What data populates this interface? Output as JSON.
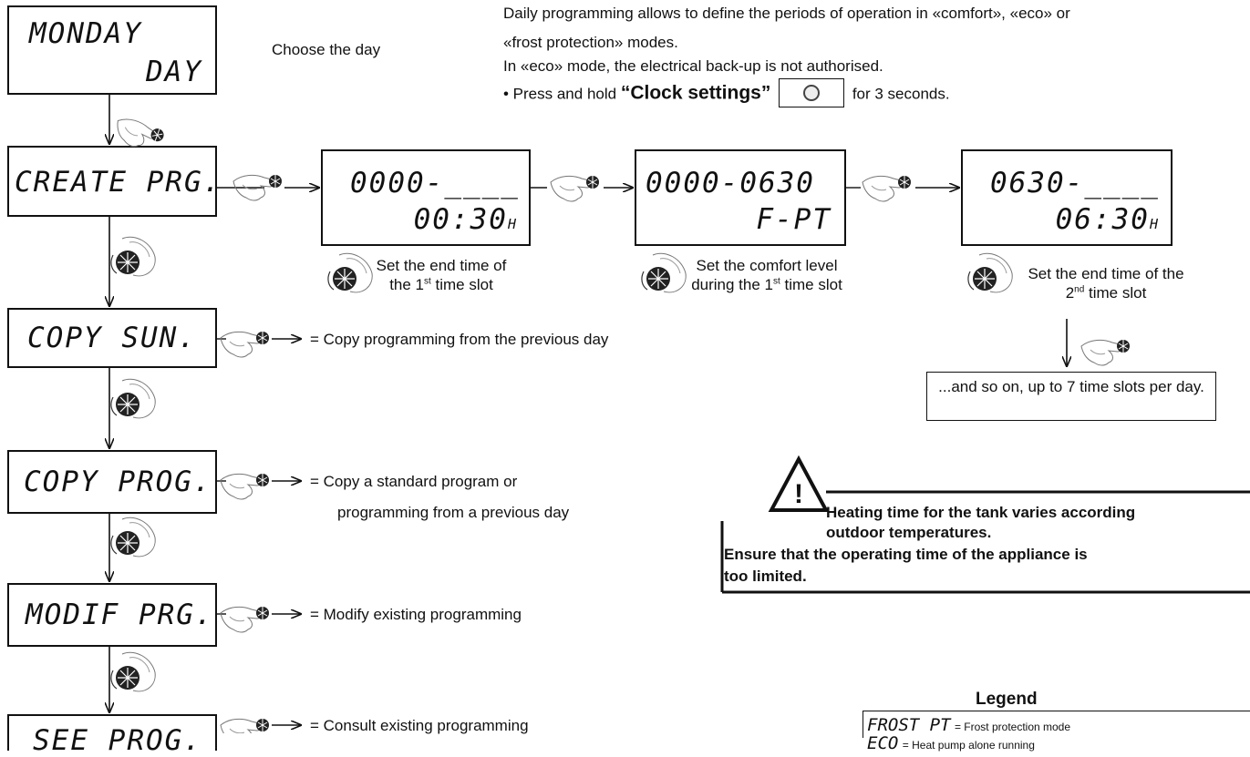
{
  "displays": {
    "monday": {
      "line1": "MONDAY",
      "line2": "DAY"
    },
    "create": {
      "line1": "CREATE PRG."
    },
    "copy_sun": {
      "line1": "COPY SUN."
    },
    "copy_prog": {
      "line1": "COPY PROG."
    },
    "modif": {
      "line1": "MODIF PRG."
    },
    "see": {
      "line1": "SEE PROG."
    },
    "slot1": {
      "line1": "0000-____",
      "line2": "00:30",
      "unit": "H"
    },
    "slot1b": {
      "line1": "0000-0630",
      "line2": "F-PT"
    },
    "slot2": {
      "line1": "0630-____",
      "line2": "06:30",
      "unit": "H"
    }
  },
  "labels": {
    "choose_day": "Choose the day",
    "set_end_1": "Set the end time of the 1",
    "set_end_1_sup": "st",
    "set_end_1_tail": "time slot",
    "comfort_1": "Set the comfort level during the 1",
    "comfort_1_sup": "st",
    "comfort_1_tail": "time slot",
    "set_end_2": "Set the end time of the 2",
    "set_end_2_sup": "nd",
    "set_end_2_tail": "time slot",
    "copy_prev": "= Copy programming from the previous day",
    "copy_std_1": "= Copy a standard program or",
    "copy_std_2": "programming from a previous day",
    "modify": "= Modify existing programming",
    "consult": "= Consult existing programming",
    "and_so_on": "...and so on, up to 7 time slots per day."
  },
  "intro": {
    "line1": "Daily programming allows to define the periods of operation in «comfort», «eco» or",
    "line2": "«frost protection» modes.",
    "line3": "In «eco» mode, the electrical back-up is not authorised.",
    "line4_pre": "• Press and hold ",
    "line4_bold": "“Clock settings”",
    "line4_post": " for 3 seconds."
  },
  "warning": {
    "line1": "Heating time for the tank varies according",
    "line2": "outdoor temperatures.",
    "line3": "Ensure that the operating time of the appliance is",
    "line4": "too limited."
  },
  "legend": {
    "title": "Legend",
    "row1_code": "FROST PT",
    "row1_text": "= Frost protection mode",
    "row2_code": "ECO",
    "row2_text": "=   Heat pump alone running"
  }
}
